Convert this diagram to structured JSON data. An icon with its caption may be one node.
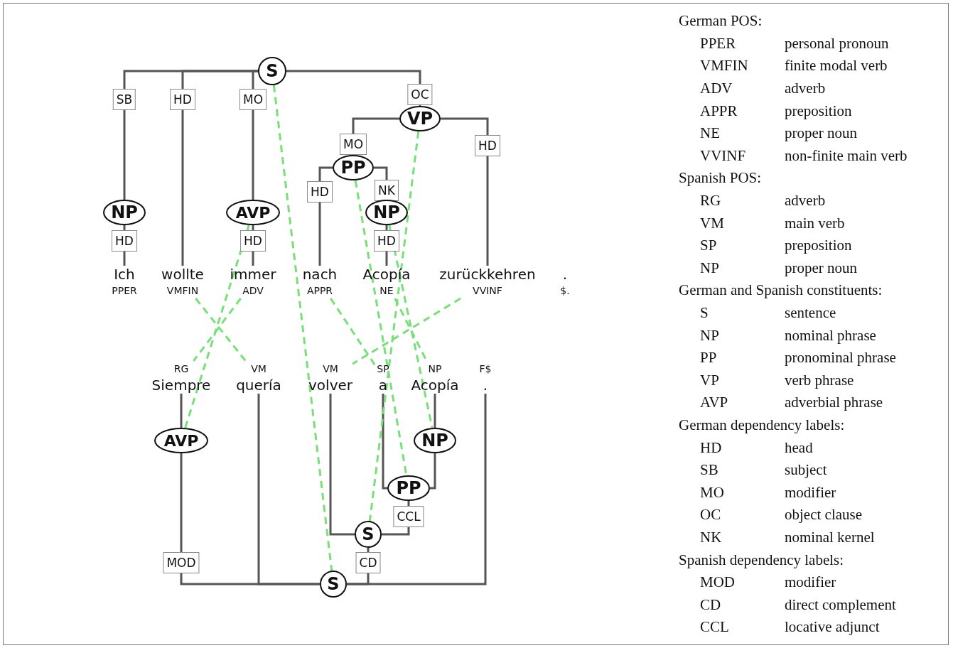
{
  "diagram": {
    "nodes": [
      {
        "text": [
          "S"
        ]
      },
      {
        "text": [
          "NP"
        ]
      },
      {
        "text": [
          "AVP"
        ]
      },
      {
        "text": [
          "VP"
        ]
      },
      {
        "text": [
          "PP"
        ]
      },
      {
        "text": [
          "NP"
        ]
      },
      {
        "text": [
          "Ich",
          "PPER"
        ]
      },
      {
        "text": [
          "wollte",
          "VMFIN"
        ]
      },
      {
        "text": [
          "immer",
          "ADV"
        ]
      },
      {
        "text": [
          "nach",
          "APPR"
        ]
      },
      {
        "text": [
          "Acopía",
          "NE"
        ]
      },
      {
        "text": [
          "zurückkehren",
          "VVINF"
        ]
      },
      {
        "text": [
          ".",
          "$."
        ]
      },
      {
        "text": [
          "RG",
          "Siempre"
        ]
      },
      {
        "text": [
          "VM",
          "quería"
        ]
      },
      {
        "text": [
          "VM",
          "volver"
        ]
      },
      {
        "text": [
          "SP",
          "a"
        ]
      },
      {
        "text": [
          "NP",
          "Acopía"
        ]
      },
      {
        "text": [
          "F$",
          "."
        ]
      },
      {
        "text": [
          "AVP"
        ]
      },
      {
        "text": [
          "NP"
        ]
      },
      {
        "text": [
          "PP"
        ]
      },
      {
        "text": [
          "S"
        ]
      },
      {
        "text": [
          "S"
        ]
      }
    ],
    "edges": [
      {
        "from": 0,
        "to": 1,
        "arrow": "none",
        "label": "SB"
      },
      {
        "from": 0,
        "to": 7,
        "arrow": "none",
        "label": "HD"
      },
      {
        "from": 0,
        "to": 2,
        "arrow": "none",
        "label": "MO"
      },
      {
        "from": 0,
        "to": 3,
        "arrow": "none",
        "label": "OC"
      },
      {
        "from": 1,
        "to": 6,
        "arrow": "none",
        "label": "HD"
      },
      {
        "from": 2,
        "to": 8,
        "arrow": "none",
        "label": "HD"
      },
      {
        "from": 3,
        "to": 4,
        "arrow": "none",
        "label": "MO"
      },
      {
        "from": 3,
        "to": 11,
        "arrow": "none",
        "label": "HD"
      },
      {
        "from": 4,
        "to": 9,
        "arrow": "none",
        "label": "HD"
      },
      {
        "from": 4,
        "to": 5,
        "arrow": "none",
        "label": "NK"
      },
      {
        "from": 5,
        "to": 10,
        "arrow": "none",
        "label": "HD"
      },
      {
        "from": 23,
        "to": 19,
        "arrow": "none",
        "label": "MOD"
      },
      {
        "from": 23,
        "to": 14,
        "arrow": "none"
      },
      {
        "from": 23,
        "to": 22,
        "arrow": "none",
        "label": "CD"
      },
      {
        "from": 23,
        "to": 18,
        "arrow": "none"
      },
      {
        "from": 19,
        "to": 13,
        "arrow": "none"
      },
      {
        "from": 22,
        "to": 15,
        "arrow": "none"
      },
      {
        "from": 22,
        "to": 21,
        "arrow": "none",
        "label": "CCL"
      },
      {
        "from": 21,
        "to": 16,
        "arrow": "none"
      },
      {
        "from": 21,
        "to": 20,
        "arrow": "none"
      },
      {
        "from": 20,
        "to": 17,
        "arrow": "none"
      },
      {
        "from": 0,
        "to": 23,
        "arrow": "none",
        "style": "dashed",
        "color": "#77e077"
      },
      {
        "from": 2,
        "to": 19,
        "arrow": "none",
        "style": "dashed",
        "color": "#77e077"
      },
      {
        "from": 7,
        "to": 14,
        "arrow": "none",
        "style": "dashed",
        "color": "#77e077"
      },
      {
        "from": 8,
        "to": 13,
        "arrow": "none",
        "style": "dashed",
        "color": "#77e077"
      },
      {
        "from": 9,
        "to": 16,
        "arrow": "none",
        "style": "dashed",
        "color": "#77e077"
      },
      {
        "from": 10,
        "to": 17,
        "arrow": "none",
        "style": "dashed",
        "color": "#77e077"
      },
      {
        "from": 11,
        "to": 15,
        "arrow": "none",
        "style": "dashed",
        "color": "#77e077"
      },
      {
        "from": 3,
        "to": 22,
        "arrow": "none",
        "style": "dashed",
        "color": "#77e077"
      },
      {
        "from": 4,
        "to": 21,
        "arrow": "none",
        "style": "dashed",
        "color": "#77e077"
      },
      {
        "from": 5,
        "to": 20,
        "arrow": "none",
        "style": "dashed",
        "color": "#77e077"
      }
    ],
    "labels": [
      "German POS:",
      "PPER",
      "personal pronoun",
      "VMFIN",
      "finite modal verb",
      "ADV",
      "adverb",
      "APPR",
      "preposition",
      "NE",
      "proper noun",
      "VVINF",
      "non-finite main verb",
      "Spanish POS:",
      "RG",
      "adverb",
      "VM",
      "main verb",
      "SP",
      "preposition",
      "NP",
      "proper noun",
      "German and Spanish constituents:",
      "S",
      "sentence",
      "NP",
      "nominal phrase",
      "PP",
      "pronominal phrase",
      "VP",
      "verb phrase",
      "AVP",
      "adverbial phrase",
      "German dependency labels:",
      "HD",
      "head",
      "SB",
      "subject",
      "MO",
      "modifier",
      "OC",
      "object clause",
      "NK",
      "nominal kernel",
      "Spanish dependency labels:",
      "MOD",
      "modifier",
      "CD",
      "direct complement",
      "CCL",
      "locative adjunct"
    ]
  }
}
